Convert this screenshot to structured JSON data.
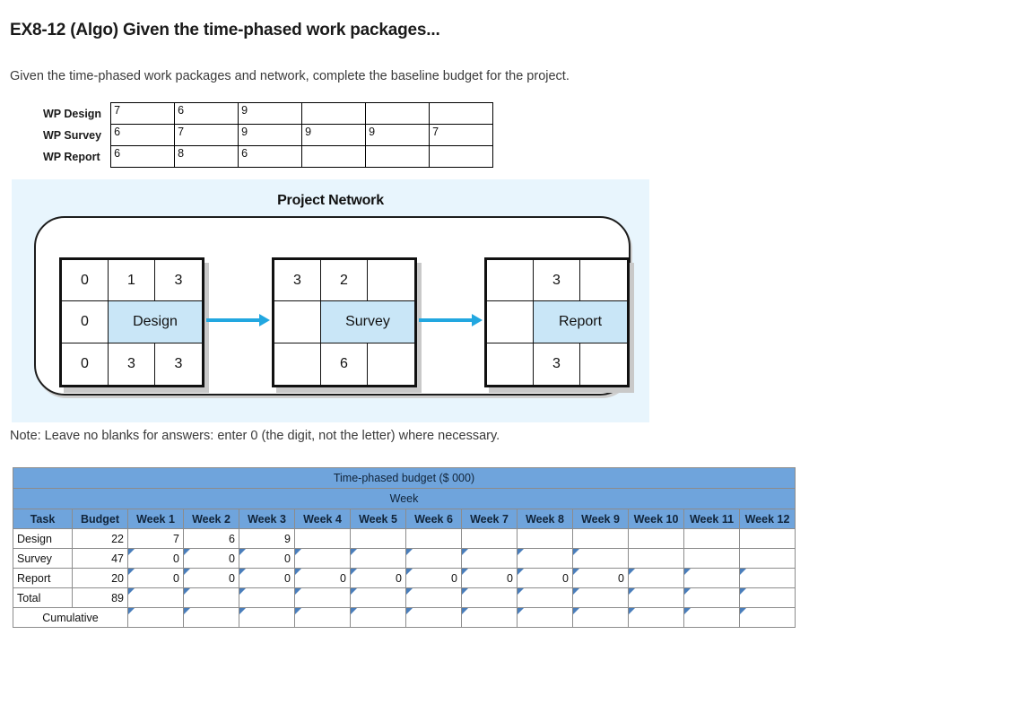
{
  "header": {
    "title": "EX8-12 (Algo) Given the time-phased work packages...",
    "prompt": "Given the time-phased work packages and network, complete the baseline budget for the project.",
    "note": "Note: Leave no blanks for answers: enter 0 (the digit, not the letter) where necessary."
  },
  "work_packages": {
    "rows": [
      {
        "label": "WP Design",
        "values": [
          "7",
          "6",
          "9",
          "",
          "",
          ""
        ]
      },
      {
        "label": "WP Survey",
        "values": [
          "6",
          "7",
          "9",
          "9",
          "9",
          "7"
        ]
      },
      {
        "label": "WP Report",
        "values": [
          "6",
          "8",
          "6",
          "",
          "",
          ""
        ]
      }
    ]
  },
  "network": {
    "title": "Project Network",
    "nodes": [
      {
        "name": "Design",
        "top": [
          "0",
          "1",
          "3"
        ],
        "mid_left": "0",
        "bottom": [
          "0",
          "3",
          "3"
        ]
      },
      {
        "name": "Survey",
        "top": [
          "3",
          "2",
          ""
        ],
        "mid_left": "",
        "bottom": [
          "",
          "6",
          ""
        ]
      },
      {
        "name": "Report",
        "top": [
          "",
          "3",
          ""
        ],
        "mid_left": "",
        "bottom": [
          "",
          "3",
          ""
        ]
      }
    ],
    "accent_color": "#22a7e0",
    "node_fill": "#c9e6f7",
    "panel_bg": "#e8f5fd"
  },
  "budget_table": {
    "title": "Time-phased budget ($ 000)",
    "week_group_label": "Week",
    "header_color": "#6fa4dc",
    "columns": [
      "Task",
      "Budget",
      "Week 1",
      "Week 2",
      "Week 3",
      "Week 4",
      "Week 5",
      "Week 6",
      "Week 7",
      "Week 8",
      "Week 9",
      "Week 10",
      "Week 11",
      "Week 12"
    ],
    "rows": [
      {
        "task": "Design",
        "budget": "22",
        "weeks": [
          "7",
          "6",
          "9",
          "",
          "",
          "",
          "",
          "",
          "",
          "",
          "",
          ""
        ],
        "input_weeks": [
          false,
          false,
          false,
          false,
          false,
          false,
          false,
          false,
          false,
          false,
          false,
          false
        ]
      },
      {
        "task": "Survey",
        "budget": "47",
        "weeks": [
          "0",
          "0",
          "0",
          "",
          "",
          "",
          "",
          "",
          "",
          "",
          "",
          ""
        ],
        "input_weeks": [
          true,
          true,
          true,
          true,
          true,
          true,
          true,
          true,
          true,
          false,
          false,
          false
        ]
      },
      {
        "task": "Report",
        "budget": "20",
        "weeks": [
          "0",
          "0",
          "0",
          "0",
          "0",
          "0",
          "0",
          "0",
          "0",
          "",
          "",
          ""
        ],
        "input_weeks": [
          true,
          true,
          true,
          true,
          true,
          true,
          true,
          true,
          true,
          true,
          true,
          true
        ]
      },
      {
        "task": "Total",
        "budget": "89",
        "weeks": [
          "",
          "",
          "",
          "",
          "",
          "",
          "",
          "",
          "",
          "",
          "",
          ""
        ],
        "input_weeks": [
          true,
          true,
          true,
          true,
          true,
          true,
          true,
          true,
          true,
          true,
          true,
          true
        ]
      }
    ],
    "cumulative": {
      "label": "Cumulative",
      "weeks": [
        "",
        "",
        "",
        "",
        "",
        "",
        "",
        "",
        "",
        "",
        "",
        ""
      ],
      "input_weeks": [
        true,
        true,
        true,
        true,
        true,
        true,
        true,
        true,
        true,
        true,
        true,
        true
      ]
    }
  }
}
